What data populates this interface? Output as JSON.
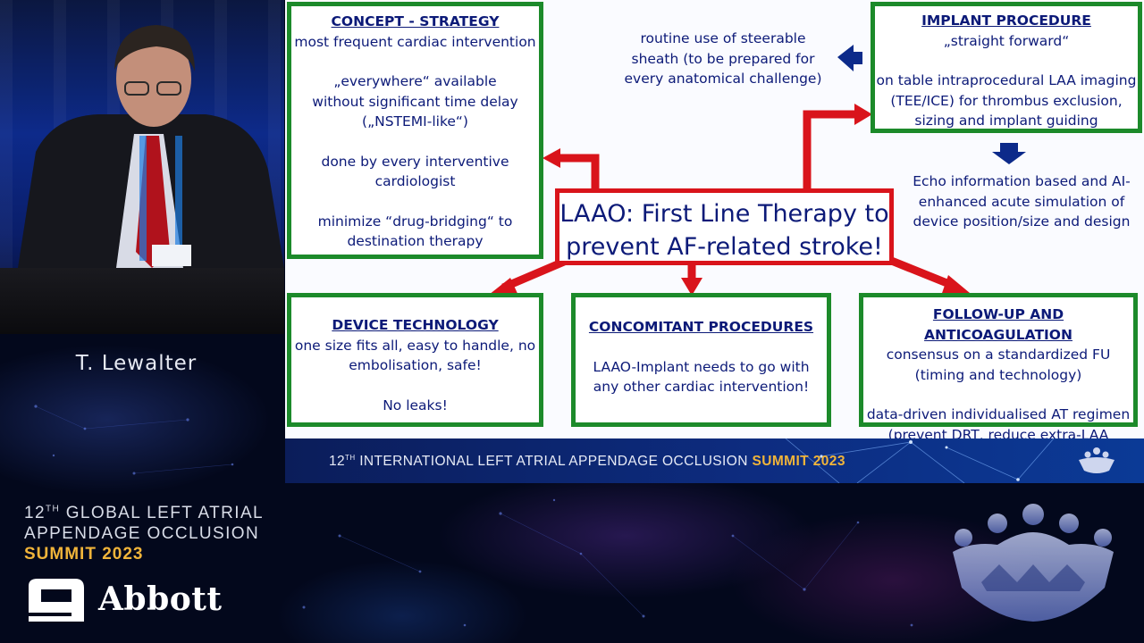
{
  "speaker": {
    "name": "T. Lewalter"
  },
  "event": {
    "line1_num": "12",
    "line1_sup": "TH",
    "line1_rest": " GLOBAL LEFT ATRIAL",
    "line2": "APPENDAGE OCCLUSION",
    "line3": "SUMMIT 2023",
    "sponsor": "Abbott"
  },
  "slide": {
    "concept": {
      "title": "CONCEPT - STRATEGY",
      "line1": "most frequent cardiac intervention",
      "line2": "„everywhere“ available",
      "line3": "without significant time delay",
      "line4": "(„NSTEMI-like“)",
      "line5": "done by every interventive",
      "line6": "cardiologist",
      "line7": "minimize “drug-bridging“ to",
      "line8": "destination therapy"
    },
    "sheath_note": {
      "line1": "routine use of steerable",
      "line2": "sheath (to be prepared for",
      "line3": "every anatomical challenge)"
    },
    "implant": {
      "title": "IMPLANT PROCEDURE",
      "line1": "„straight forward“",
      "line2": "on table intraprocedural LAA imaging",
      "line3": "(TEE/ICE) for thrombus exclusion,",
      "line4": "sizing and implant guiding"
    },
    "echo_note": {
      "line1": "Echo information based and AI-",
      "line2": "enhanced acute simulation of",
      "line3": "device position/size and design"
    },
    "center": {
      "line1": "LAAO: First Line Therapy to",
      "line2": "prevent AF-related stroke!"
    },
    "device": {
      "title": "DEVICE TECHNOLOGY",
      "line1": "one size fits all, easy to handle, no",
      "line2": "embolisation, safe!",
      "line3": "No leaks!"
    },
    "concomitant": {
      "title": "CONCOMITANT PROCEDURES",
      "line1": "LAAO-Implant needs to go with",
      "line2": "any other cardiac intervention!"
    },
    "followup": {
      "title": "FOLLOW-UP AND ANTICOAGULATION",
      "line1": "consensus on a standardized FU",
      "line2": "(timing and technology)",
      "line3": "data-driven individualised AT regimen",
      "line4": "(prevent DRT, reduce extra-LAA stroke)"
    },
    "footer": {
      "num": "12",
      "sup": "TH",
      "rest": " INTERNATIONAL LEFT ATRIAL APPENDAGE OCCLUSION ",
      "gold": "SUMMIT 2023"
    }
  },
  "colors": {
    "box_border": "#1c8a2a",
    "center_border": "#d9141b",
    "text": "#0c1a78",
    "arrow_red": "#d9141b",
    "arrow_blue": "#0c2a8a",
    "gold": "#f0b43a"
  }
}
